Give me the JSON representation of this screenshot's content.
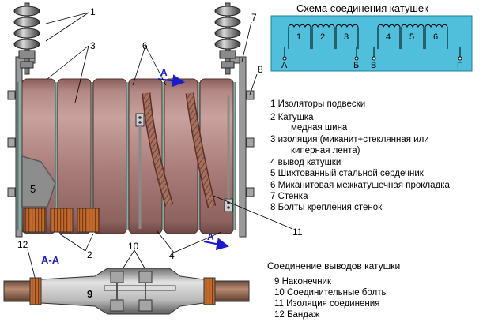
{
  "colors": {
    "coil": "#a97b78",
    "coil_dark": "#7a4f4c",
    "coil_light": "#c79e9a",
    "divider": "#6f8f87",
    "core": "#8f8f8f",
    "copper": "#b5652b",
    "bus": "#5a8fae",
    "schema_bg": "#49b9d6",
    "section_blue": "#1a1ad0"
  },
  "callouts": {
    "n1": "1",
    "n2": "2",
    "n3": "3",
    "n4": "4",
    "n5": "5",
    "n6": "6",
    "n7": "7",
    "n8": "8",
    "n9": "9",
    "n10": "10",
    "n11": "11",
    "n12": "12",
    "n2b": "2",
    "n4b": "4",
    "n10b": "10"
  },
  "section": {
    "arrow_top": "А",
    "arrow_bottom": "А",
    "label": "А-А"
  },
  "schema": {
    "title": "Схема соединения катушек",
    "coils": [
      "1",
      "2",
      "3",
      "4",
      "5",
      "6"
    ],
    "terminals": [
      "А",
      "Б",
      "В",
      "Г"
    ]
  },
  "legend": [
    {
      "text": "1  Изоляторы подвески"
    },
    {
      "text": "2  Катушка"
    },
    {
      "text": "медная  шина"
    },
    {
      "text": "3    изоляция (миканит+стеклянная или"
    },
    {
      "text": "киперная лента)"
    },
    {
      "text": "4    вывод катушки"
    },
    {
      "text": "5  Шихтованный  стальной сердечник"
    },
    {
      "text": "6  Миканитовая межкатушечная прокладка"
    },
    {
      "text": "7  Стенка"
    },
    {
      "text": "8  Болты крепления стенок"
    }
  ],
  "joint_legend": {
    "title": "Соединение выводов катушки",
    "items": [
      {
        "text": "9  Наконечник"
      },
      {
        "text": "10  Соединительные болты"
      },
      {
        "text": "11  Изоляция соединения"
      },
      {
        "text": "12  Бандаж"
      }
    ]
  },
  "joint_label": "9"
}
